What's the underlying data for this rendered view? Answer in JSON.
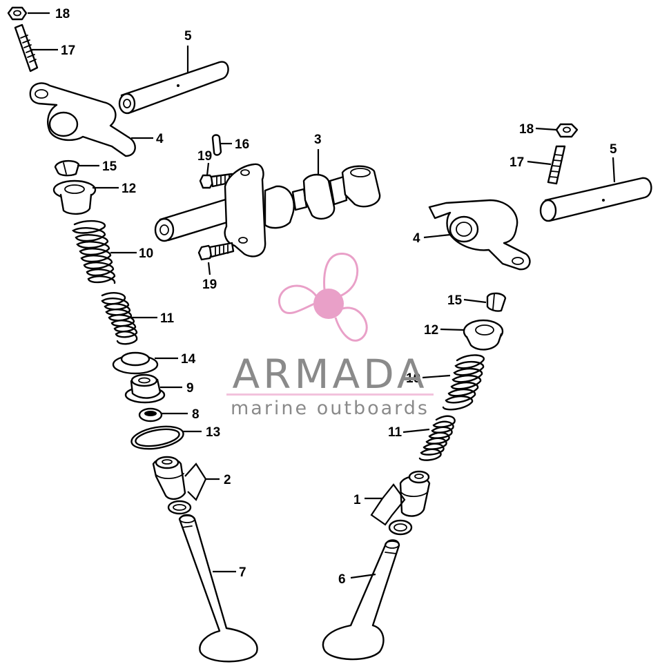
{
  "callouts": {
    "l18": "18",
    "l17": "17",
    "l5": "5",
    "l4": "4",
    "l15": "15",
    "l12": "12",
    "l10": "10",
    "l11": "11",
    "l14": "14",
    "l9": "9",
    "l8": "8",
    "l13": "13",
    "l2": "2",
    "l7": "7",
    "l16": "16",
    "l3": "3",
    "l19a": "19",
    "l19b": "19",
    "r18": "18",
    "r17": "17",
    "r5": "5",
    "r4": "4",
    "r15": "15",
    "r12": "12",
    "r10": "10",
    "r11": "11",
    "r1": "1",
    "r6": "6"
  },
  "logo": {
    "title": "ARMADA",
    "subtitle": "marine outboards",
    "colors": {
      "text": "#8a8a8a",
      "propeller": "#e9a0c8",
      "underline": "#f2c2dc"
    }
  },
  "colors": {
    "line": "#000000",
    "background": "#ffffff"
  }
}
